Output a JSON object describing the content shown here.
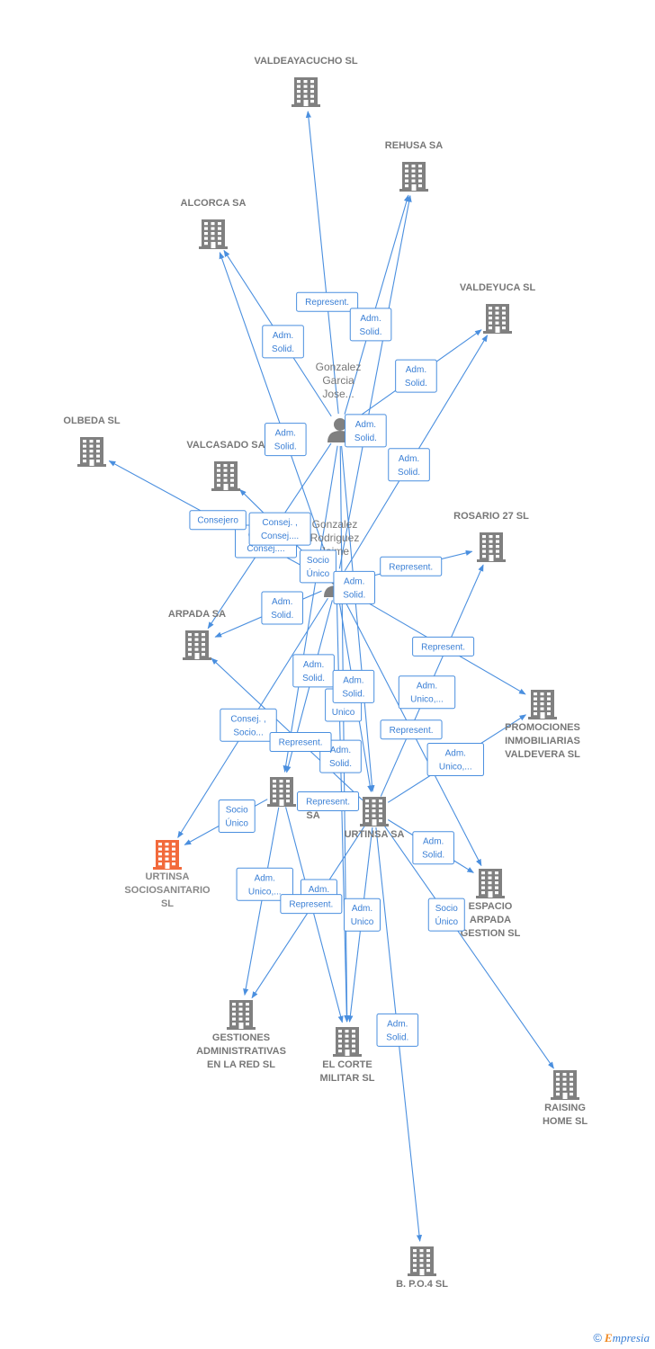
{
  "colors": {
    "edge": "#4a8fdf",
    "company": "#808080",
    "focus": "#f26a3c",
    "person": "#808080"
  },
  "brand": {
    "copyright": "©",
    "initial": "E",
    "rest": "mpresia"
  },
  "persons": [
    {
      "id": "p1",
      "lines": [
        "Gonzalez",
        "Garcia",
        "Jose..."
      ]
    },
    {
      "id": "p2",
      "lines": [
        "Gonzalez",
        "Rodriguez",
        "Jaime"
      ]
    }
  ],
  "companies": [
    {
      "id": "valdeayacucho",
      "lines": [
        "VALDEAYACUCHO SL"
      ]
    },
    {
      "id": "rehusa",
      "lines": [
        "REHUSA SA"
      ]
    },
    {
      "id": "alcorca",
      "lines": [
        "ALCORCA SA"
      ]
    },
    {
      "id": "valdeyuca",
      "lines": [
        "VALDEYUCA SL"
      ]
    },
    {
      "id": "olbeda",
      "lines": [
        "OLBEDA SL"
      ]
    },
    {
      "id": "valcasado",
      "lines": [
        "VALCASADO SA"
      ]
    },
    {
      "id": "rosario27",
      "lines": [
        "ROSARIO 27 SL"
      ]
    },
    {
      "id": "arpada",
      "lines": [
        "ARPADA SA"
      ]
    },
    {
      "id": "promociones",
      "lines": [
        "PROMOCIONES",
        "INMOBILIARIAS",
        "VALDEVERA SL"
      ]
    },
    {
      "id": "valdemarsa",
      "lines": [
        "VA",
        "SA"
      ]
    },
    {
      "id": "urtinsa",
      "lines": [
        "URTINSA SA"
      ]
    },
    {
      "id": "urtinsasocio",
      "lines": [
        "URTINSA",
        "SOCIOSANITARIO",
        "SL"
      ],
      "focus": true
    },
    {
      "id": "espacio",
      "lines": [
        "ESPACIO",
        "ARPADA",
        "GESTION SL"
      ]
    },
    {
      "id": "gestiones",
      "lines": [
        "GESTIONES",
        "ADMINISTRATIVAS",
        "EN LA RED SL"
      ]
    },
    {
      "id": "elcorte",
      "lines": [
        "EL CORTE",
        "MILITAR SL"
      ]
    },
    {
      "id": "raising",
      "lines": [
        "RAISING",
        "HOME SL"
      ]
    },
    {
      "id": "bpo4",
      "lines": [
        "B. P.O.4 SL"
      ]
    }
  ],
  "edges": [
    {
      "from": "p1",
      "to": "valdeayacucho",
      "labels": [
        "Represent."
      ]
    },
    {
      "from": "p1",
      "to": "rehusa",
      "labels": [
        "Adm.",
        "Solid."
      ]
    },
    {
      "from": "p1",
      "to": "alcorca",
      "labels": [
        "Adm.",
        "Solid."
      ]
    },
    {
      "from": "p1",
      "to": "valdeyuca",
      "labels": [
        "Adm.",
        "Solid."
      ]
    },
    {
      "from": "p1",
      "to": "arpada",
      "labels": [
        "Consej. ,",
        "Consej...."
      ]
    },
    {
      "from": "p1",
      "to": "valdemarsa",
      "labels": [
        "Socio",
        "Único"
      ]
    },
    {
      "from": "p1",
      "to": "urtinsa",
      "labels": [
        "Adm.",
        "Solid."
      ]
    },
    {
      "from": "p1",
      "to": "elcorte",
      "labels": [
        "Adm.",
        "Unico"
      ]
    },
    {
      "from": "p2",
      "to": "olbeda",
      "labels": [
        "Consejero"
      ]
    },
    {
      "from": "p2",
      "to": "valcasado",
      "labels": [
        "Consej. ,",
        "Consej...."
      ]
    },
    {
      "from": "p2",
      "to": "rehusa",
      "labels": [
        "Adm.",
        "Solid."
      ]
    },
    {
      "from": "p2",
      "to": "alcorca",
      "labels": [
        "Adm.",
        "Solid."
      ]
    },
    {
      "from": "p2",
      "to": "valdeyuca",
      "labels": [
        "Adm.",
        "Solid."
      ]
    },
    {
      "from": "p2",
      "to": "rosario27",
      "labels": [
        "Represent."
      ]
    },
    {
      "from": "p2",
      "to": "promociones",
      "labels": [
        "Represent."
      ]
    },
    {
      "from": "p2",
      "to": "arpada",
      "labels": [
        "Adm.",
        "Solid."
      ]
    },
    {
      "from": "p2",
      "to": "valdemarsa",
      "labels": [
        "Adm.",
        "Solid."
      ]
    },
    {
      "from": "p2",
      "to": "urtinsa",
      "labels": [
        "Adm.",
        "Solid."
      ]
    },
    {
      "from": "p2",
      "to": "espacio",
      "labels": [
        "Represent."
      ]
    },
    {
      "from": "p2",
      "to": "urtinsasocio",
      "labels": [
        "Consej. ,",
        "Socio..."
      ]
    },
    {
      "from": "p2",
      "to": "elcorte",
      "labels": [
        "Adm.",
        "Solid."
      ]
    },
    {
      "from": "urtinsa",
      "to": "arpada",
      "labels": [
        "Represent."
      ]
    },
    {
      "from": "urtinsa",
      "to": "rosario27",
      "labels": [
        "Adm.",
        "Unico,..."
      ]
    },
    {
      "from": "urtinsa",
      "to": "promociones",
      "labels": [
        "Adm.",
        "Unico,..."
      ]
    },
    {
      "from": "urtinsa",
      "to": "espacio",
      "labels": [
        "Adm.",
        "Solid."
      ]
    },
    {
      "from": "urtinsa",
      "to": "raising",
      "labels": [
        "Socio",
        "Único"
      ]
    },
    {
      "from": "urtinsa",
      "to": "gestiones",
      "labels": [
        "Adm.",
        "Unico"
      ]
    },
    {
      "from": "urtinsa",
      "to": "elcorte",
      "labels": [
        "Adm.",
        "Unico"
      ]
    },
    {
      "from": "urtinsa",
      "to": "bpo4",
      "labels": [
        "Adm.",
        "Solid."
      ]
    },
    {
      "from": "urtinsa",
      "to": "valdemarsa",
      "labels": [
        "Represent."
      ]
    },
    {
      "from": "valdemarsa",
      "to": "urtinsasocio",
      "labels": [
        "Socio",
        "Único"
      ]
    },
    {
      "from": "valdemarsa",
      "to": "gestiones",
      "labels": [
        "Adm.",
        "Unico,..."
      ]
    },
    {
      "from": "valdemarsa",
      "to": "elcorte",
      "labels": [
        "Represent."
      ]
    }
  ]
}
